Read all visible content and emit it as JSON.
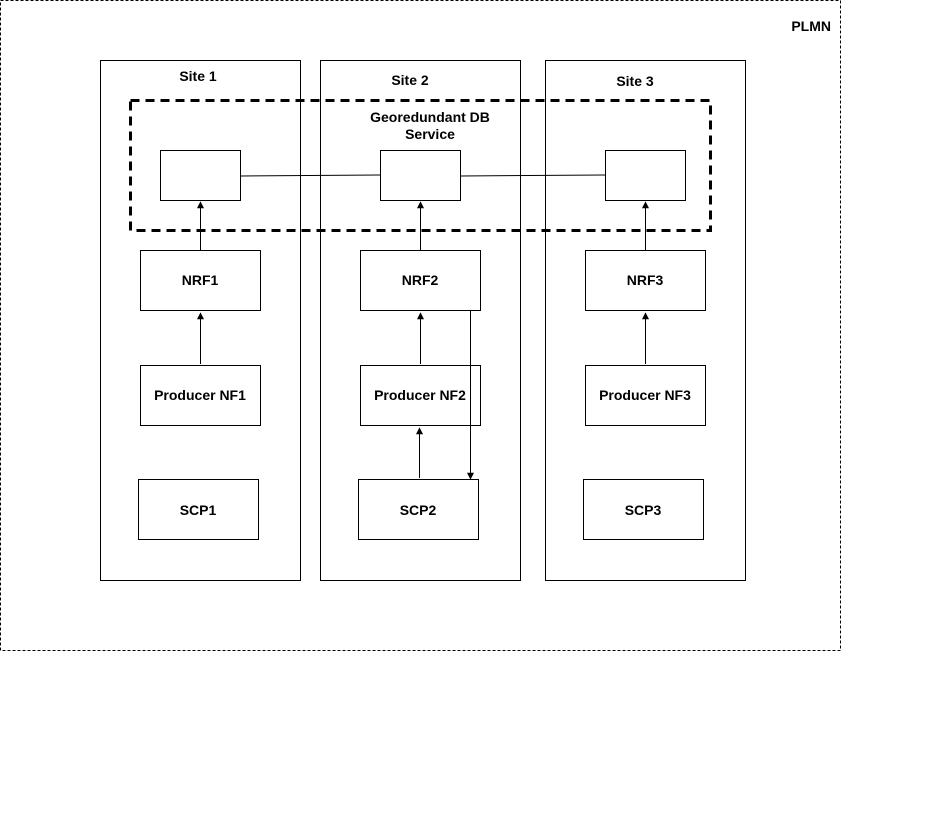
{
  "diagram": {
    "plmn_label": "PLMN",
    "db_service": {
      "line1": "Georedundant DB",
      "line2": "Service"
    },
    "sites": [
      {
        "title": "Site 1",
        "nrf": "NRF1",
        "producer": "Producer NF1",
        "scp": "SCP1"
      },
      {
        "title": "Site 2",
        "nrf": "NRF2",
        "producer": "Producer NF2",
        "scp": "SCP2"
      },
      {
        "title": "Site 3",
        "nrf": "NRF3",
        "producer": "Producer NF3",
        "scp": "SCP3"
      }
    ],
    "connections": [
      {
        "from": "db-node-1",
        "to": "db-node-2",
        "type": "line"
      },
      {
        "from": "db-node-2",
        "to": "db-node-3",
        "type": "line"
      },
      {
        "from": "nrf1",
        "to": "db-node-1",
        "type": "arrow"
      },
      {
        "from": "nrf2",
        "to": "db-node-2",
        "type": "arrow"
      },
      {
        "from": "nrf3",
        "to": "db-node-3",
        "type": "arrow"
      },
      {
        "from": "producer-nf1",
        "to": "nrf1",
        "type": "arrow"
      },
      {
        "from": "producer-nf2",
        "to": "nrf2",
        "type": "arrow"
      },
      {
        "from": "producer-nf3",
        "to": "nrf3",
        "type": "arrow"
      },
      {
        "from": "scp2",
        "to": "producer-nf2",
        "type": "arrow"
      },
      {
        "from": "nrf2",
        "to": "scp2",
        "type": "arrow"
      }
    ],
    "colors": {
      "stroke": "#000000",
      "background": "#ffffff"
    }
  }
}
